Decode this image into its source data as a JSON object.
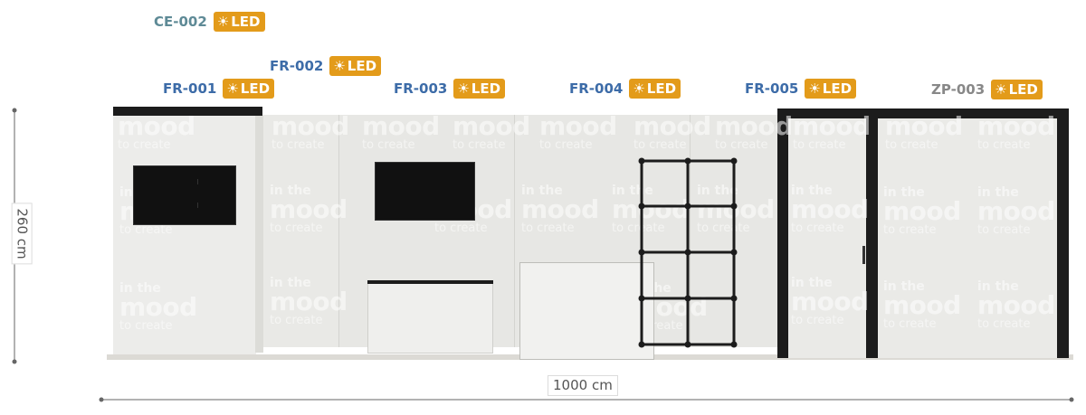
{
  "labels": [
    {
      "id": "ce-002",
      "code": "CE-002",
      "color": "#5E8A96",
      "led": "LED"
    },
    {
      "id": "fr-002",
      "code": "FR-002",
      "color": "#3D6CA8",
      "led": "LED"
    },
    {
      "id": "fr-001",
      "code": "FR-001",
      "color": "#3D6CA8",
      "led": "LED"
    },
    {
      "id": "fr-003",
      "code": "FR-003",
      "color": "#3D6CA8",
      "led": "LED"
    },
    {
      "id": "fr-004",
      "code": "FR-004",
      "color": "#3D6CA8",
      "led": "LED"
    },
    {
      "id": "fr-005",
      "code": "FR-005",
      "color": "#3D6CA8",
      "led": "LED"
    },
    {
      "id": "zp-003",
      "code": "ZP-003",
      "color": "#888888",
      "led": "LED"
    }
  ],
  "dimensions": {
    "height": "260 cm",
    "width": "1000 cm"
  },
  "watermark": {
    "small": "in the",
    "big": "mood",
    "tag": "to create"
  },
  "colors": {
    "led_badge": "#E39B1A",
    "panel": "#e7e7e4",
    "frame": "#1c1c1c",
    "screen": "#111111"
  },
  "icons": {
    "led": "sun-icon"
  }
}
